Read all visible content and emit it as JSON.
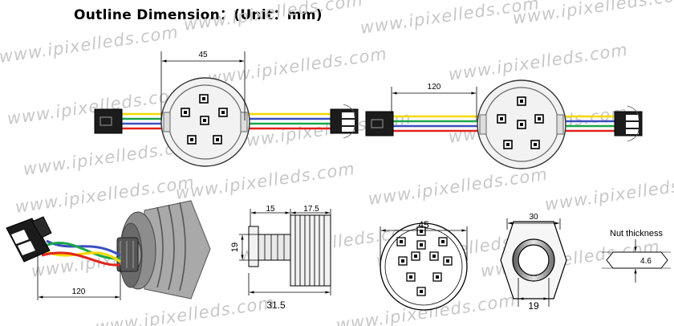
{
  "title": "Outline Dimension：(Unit：mm)",
  "watermark": "www.ipixelleds.com",
  "colors": {
    "red": "#e2231a",
    "blue": "#3a4fbf",
    "green": "#1aa64a",
    "yellow": "#f5d800",
    "line": "#000000"
  },
  "dims": {
    "top_left_diameter": "45",
    "top_right_cable": "120",
    "photo_cable": "120",
    "side_thread": "15",
    "side_body": "17.5",
    "side_neck": "19",
    "side_total": "31.5",
    "front_diameter": "45",
    "nut_width": "30",
    "nut_inner": "19",
    "nut_thickness_label": "Nut thickness",
    "nut_thickness": "4.6"
  }
}
